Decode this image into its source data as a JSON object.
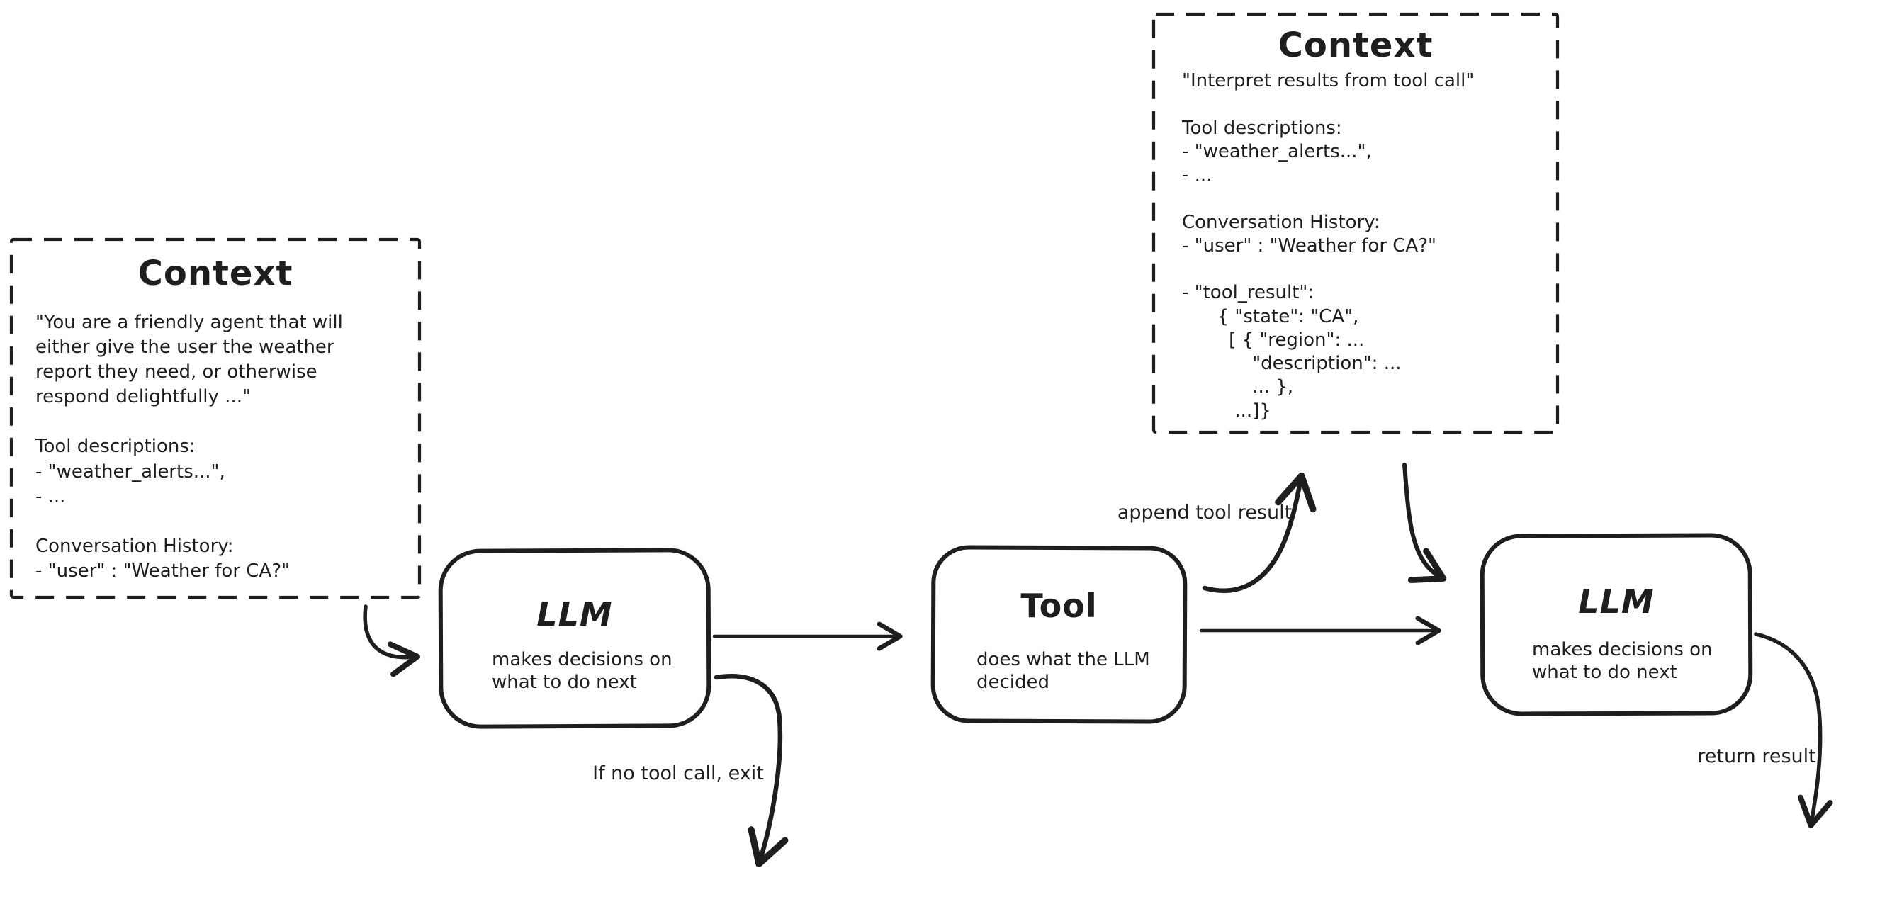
{
  "canvas": {
    "background": "#ffffff",
    "stroke_color": "#1e1e1e"
  },
  "context_left": {
    "title": "Context",
    "body": "\"You are a friendly agent that will\neither give the user the weather\nreport they need, or otherwise\nrespond delightfully ...\"\n\nTool descriptions:\n- \"weather_alerts...\",\n- ...\n\nConversation History:\n- \"user\" : \"Weather for CA?\""
  },
  "context_right": {
    "title": "Context",
    "body": "\"Interpret results from tool call\"\n\nTool descriptions:\n- \"weather_alerts...\",\n- ...\n\nConversation History:\n- \"user\" : \"Weather for CA?\"\n\n- \"tool_result\":\n      { \"state\": \"CA\",\n        [ { \"region\": ...\n            \"description\": ...\n            ... },\n         ...]}"
  },
  "nodes": {
    "llm1": {
      "title": "LLM",
      "description": "makes decisions on\nwhat to do next"
    },
    "tool": {
      "title": "Tool",
      "description": "does what the LLM\ndecided"
    },
    "llm2": {
      "title": "LLM",
      "description": "makes decisions on\nwhat to do next"
    }
  },
  "edges": {
    "append_tool_result_label": "append tool result",
    "no_tool_call_label": "If no tool call, exit",
    "return_result_label": "return result"
  }
}
